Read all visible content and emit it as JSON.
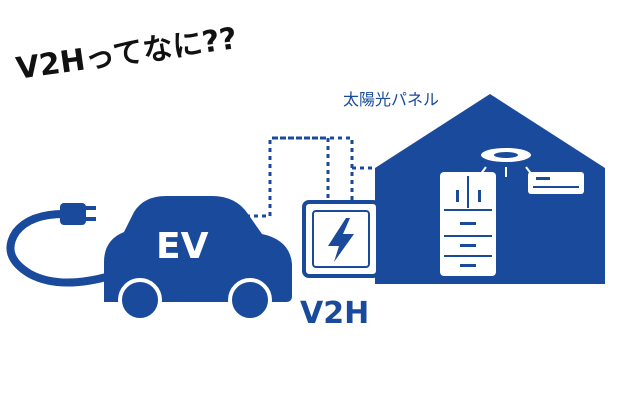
{
  "title": "V2Hってなに??",
  "labels": {
    "solar_panel": "太陽光パネル",
    "ev": "EV",
    "v2h": "V2H"
  },
  "icons": {
    "car": "car-icon",
    "plug": "plug-icon",
    "charger": "v2h-charger-icon",
    "bolt": "lightning-bolt-icon",
    "house": "house-icon",
    "fridge": "refrigerator-icon",
    "light": "ceiling-light-icon",
    "aircon": "air-conditioner-icon"
  },
  "colors": {
    "primary": "#1a4a9c",
    "text": "#111111",
    "background": "#ffffff"
  }
}
